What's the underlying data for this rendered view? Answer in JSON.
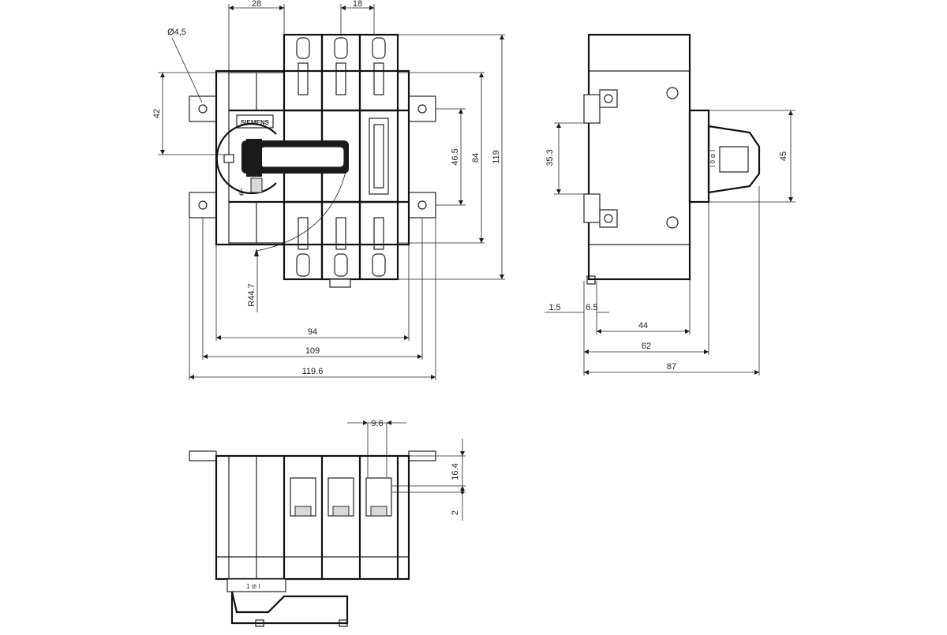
{
  "front_view": {
    "dims": {
      "top_28": "28",
      "top_18": "18",
      "hole_dia": "Ø4,5",
      "left_42": "42",
      "right_46_5": "46.5",
      "right_84": "84",
      "right_119": "119",
      "radius": "R44.7",
      "bottom_94": "94",
      "bottom_109": "109",
      "bottom_119_6": "119.6"
    },
    "brand_label": "SIEMENS"
  },
  "side_view": {
    "dims": {
      "left_35_3": "35.3",
      "right_45": "45",
      "b_1_5": "1.5",
      "b_6_5": "6.5",
      "b_44": "44",
      "b_62": "62",
      "b_87": "87"
    },
    "switch_marks": "I 0 ⊘ I"
  },
  "bottom_view": {
    "dims": {
      "top_9_6": "9.6",
      "right_16_4": "16.4",
      "right_2": "2"
    },
    "handle_marks": "1 ⊘ I"
  }
}
